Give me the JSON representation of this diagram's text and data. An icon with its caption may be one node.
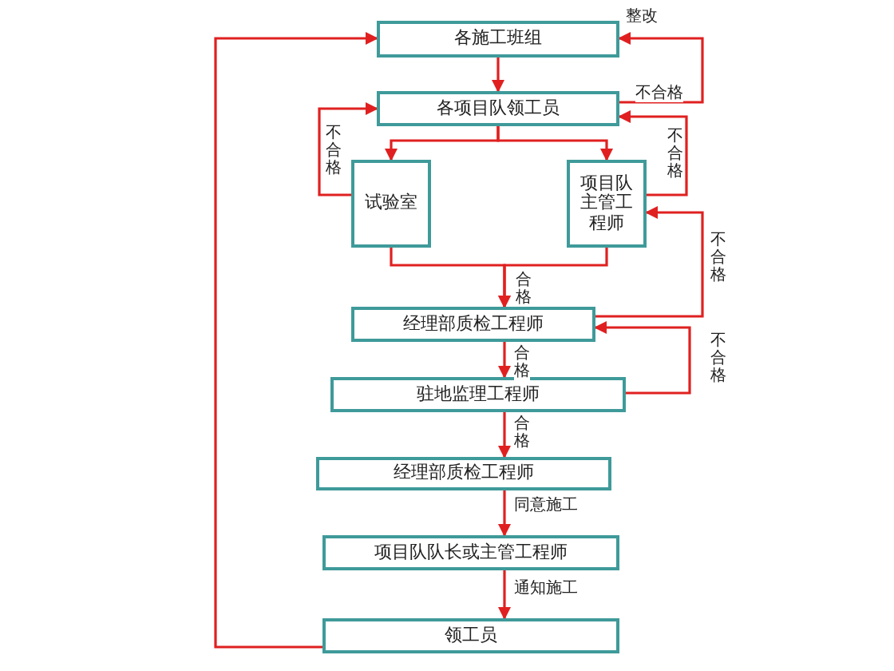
{
  "diagram": {
    "nodes": [
      {
        "text": [
          "各施工班组"
        ]
      },
      {
        "text": [
          "各项目队领工员"
        ]
      },
      {
        "text": [
          "试验室"
        ]
      },
      {
        "text": [
          "项目队主管工程师"
        ]
      },
      {
        "text": [
          "经理部质检工程师"
        ]
      },
      {
        "text": [
          "驻地监理工程师"
        ]
      },
      {
        "text": [
          "经理部质检工程师"
        ]
      },
      {
        "text": [
          "项目队队长或主管工程师"
        ]
      },
      {
        "text": [
          "领工员"
        ]
      }
    ],
    "edges": [
      {
        "from": 0,
        "to": 1,
        "arrow": "to"
      },
      {
        "from": 1,
        "to": 2,
        "arrow": "to"
      },
      {
        "from": 1,
        "to": 3,
        "arrow": "to"
      },
      {
        "from": 2,
        "to": 4,
        "arrow": "to",
        "label": "合格"
      },
      {
        "from": 3,
        "to": 4,
        "arrow": "to"
      },
      {
        "from": 2,
        "to": 1,
        "arrow": "to",
        "label": "不合格"
      },
      {
        "from": 3,
        "to": 1,
        "arrow": "to",
        "label": "不合格"
      },
      {
        "from": 1,
        "to": 0,
        "arrow": "to",
        "label": "不合格"
      },
      {
        "from": 4,
        "to": 3,
        "arrow": "to",
        "label": "不合格"
      },
      {
        "from": 5,
        "to": 4,
        "arrow": "to",
        "label": "不合格"
      },
      {
        "from": 4,
        "to": 5,
        "arrow": "to",
        "label": "合格"
      },
      {
        "from": 5,
        "to": 6,
        "arrow": "to",
        "label": "合格"
      },
      {
        "from": 6,
        "to": 7,
        "arrow": "to",
        "label": "同意施工"
      },
      {
        "from": 7,
        "to": 8,
        "arrow": "to",
        "label": "通知施工"
      },
      {
        "from": 8,
        "to": 0,
        "arrow": "to"
      }
    ],
    "labels": [
      "整改"
    ]
  }
}
